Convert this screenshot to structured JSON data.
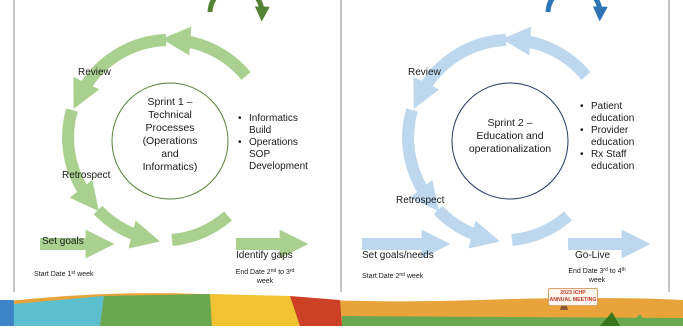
{
  "colors": {
    "green": "#a9d08e",
    "green_dark": "#548235",
    "blue": "#bdd7ee",
    "blue_dark": "#2e75b6"
  },
  "sprint1": {
    "title": "Sprint 1 – Technical Processes (Operations and Informatics)",
    "title_lines": [
      "Sprint 1 –",
      "Technical",
      "Processes",
      "(Operations",
      "and",
      "Informatics)"
    ],
    "review": "Review",
    "retrospect": "Retrospect",
    "set_goals": "Set goals",
    "identify_gaps": "Identify gaps",
    "start_date": {
      "text": "Start Date 1",
      "sup": "st",
      "rest": " week"
    },
    "end_date": {
      "line1a": "End Date 2",
      "sup1": "nd",
      "line1b": " to 3",
      "sup2": "rd",
      "line2": "week"
    },
    "bullets": [
      {
        "lines": [
          "Informatics",
          "Build"
        ]
      },
      {
        "lines": [
          "Operations",
          "SOP",
          "Development"
        ]
      }
    ]
  },
  "sprint2": {
    "title": "Sprint 2 – Education and operationalization",
    "title_lines": [
      "Sprint 2 –",
      "Education and",
      "operationalization"
    ],
    "review": "Review",
    "retrospect": "Retrospect",
    "set_goals": "Set goals/needs",
    "go_live": "Go-Live",
    "start_date": {
      "text": "Start Date 2",
      "sup": "nd",
      "rest": " week"
    },
    "end_date": {
      "line1a": "End Date 3",
      "sup1": "rd",
      "line1b": " to 4",
      "sup2": "th",
      "line2": "week"
    },
    "bullets": [
      {
        "lines": [
          "Patient",
          "education"
        ]
      },
      {
        "lines": [
          "Provider",
          "education"
        ]
      },
      {
        "lines": [
          "Rx Staff",
          "education"
        ]
      }
    ]
  },
  "badge": {
    "line1": "2023 ICHP",
    "line2": "ANNUAL MEETING"
  }
}
